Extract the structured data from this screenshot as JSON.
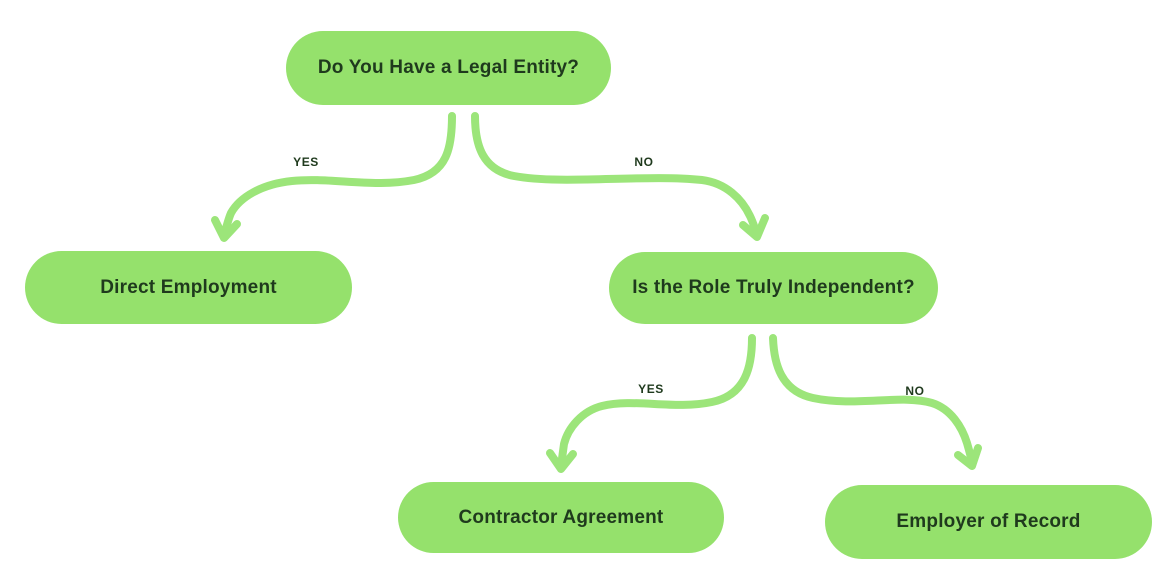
{
  "diagram": {
    "type": "decision-flowchart",
    "background_color": "#ffffff",
    "colors": {
      "node_fill": "#95e16c",
      "arrow": "#9ce57a",
      "text": "#1f3a1d"
    },
    "nodes": {
      "root": {
        "label": "Do You Have a Legal Entity?"
      },
      "direct_employment": {
        "label": "Direct Employment"
      },
      "independent": {
        "label": "Is the Role Truly Independent?"
      },
      "contractor_agreement": {
        "label": "Contractor Agreement"
      },
      "employer_of_record": {
        "label": "Employer of Record"
      }
    },
    "edges": {
      "root_yes": {
        "from": "root",
        "to": "direct_employment",
        "label": "YES"
      },
      "root_no": {
        "from": "root",
        "to": "independent",
        "label": "NO"
      },
      "independent_yes": {
        "from": "independent",
        "to": "contractor_agreement",
        "label": "YES"
      },
      "independent_no": {
        "from": "independent",
        "to": "employer_of_record",
        "label": "NO"
      }
    }
  }
}
